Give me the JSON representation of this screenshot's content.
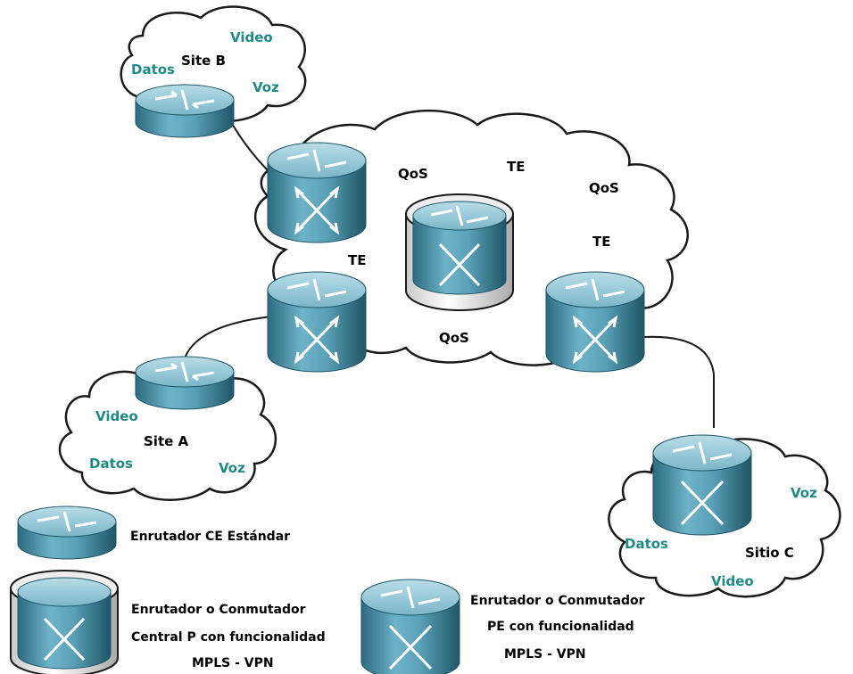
{
  "clouds": {
    "site_b": {
      "name": "Site B",
      "services": {
        "video": "Video",
        "datos": "Datos",
        "voz": "Voz"
      }
    },
    "site_a": {
      "name": "Site A",
      "services": {
        "video": "Video",
        "datos": "Datos",
        "voz": "Voz"
      }
    },
    "sitio_c": {
      "name": "Sitio C",
      "services": {
        "voz": "Voz",
        "datos": "Datos",
        "video": "Video"
      }
    },
    "provider": {
      "labels": {
        "qos_1": "QoS",
        "te_1": "TE",
        "qos_2": "QoS",
        "te_2": "TE",
        "te_3": "TE",
        "qos_3": "QoS"
      }
    }
  },
  "legend": {
    "ce_router": "Enrutador CE Estándar",
    "p_router": [
      "Enrutador o Conmutador",
      "Central P con funcionalidad",
      "MPLS - VPN"
    ],
    "pe_router": [
      "Enrutador o Conmutador",
      "PE con funcionalidad",
      "MPLS - VPN"
    ]
  },
  "colors": {
    "service_text": "#1e8a86",
    "device_body": "#4f97ae",
    "device_top": "#8fc3d3"
  }
}
